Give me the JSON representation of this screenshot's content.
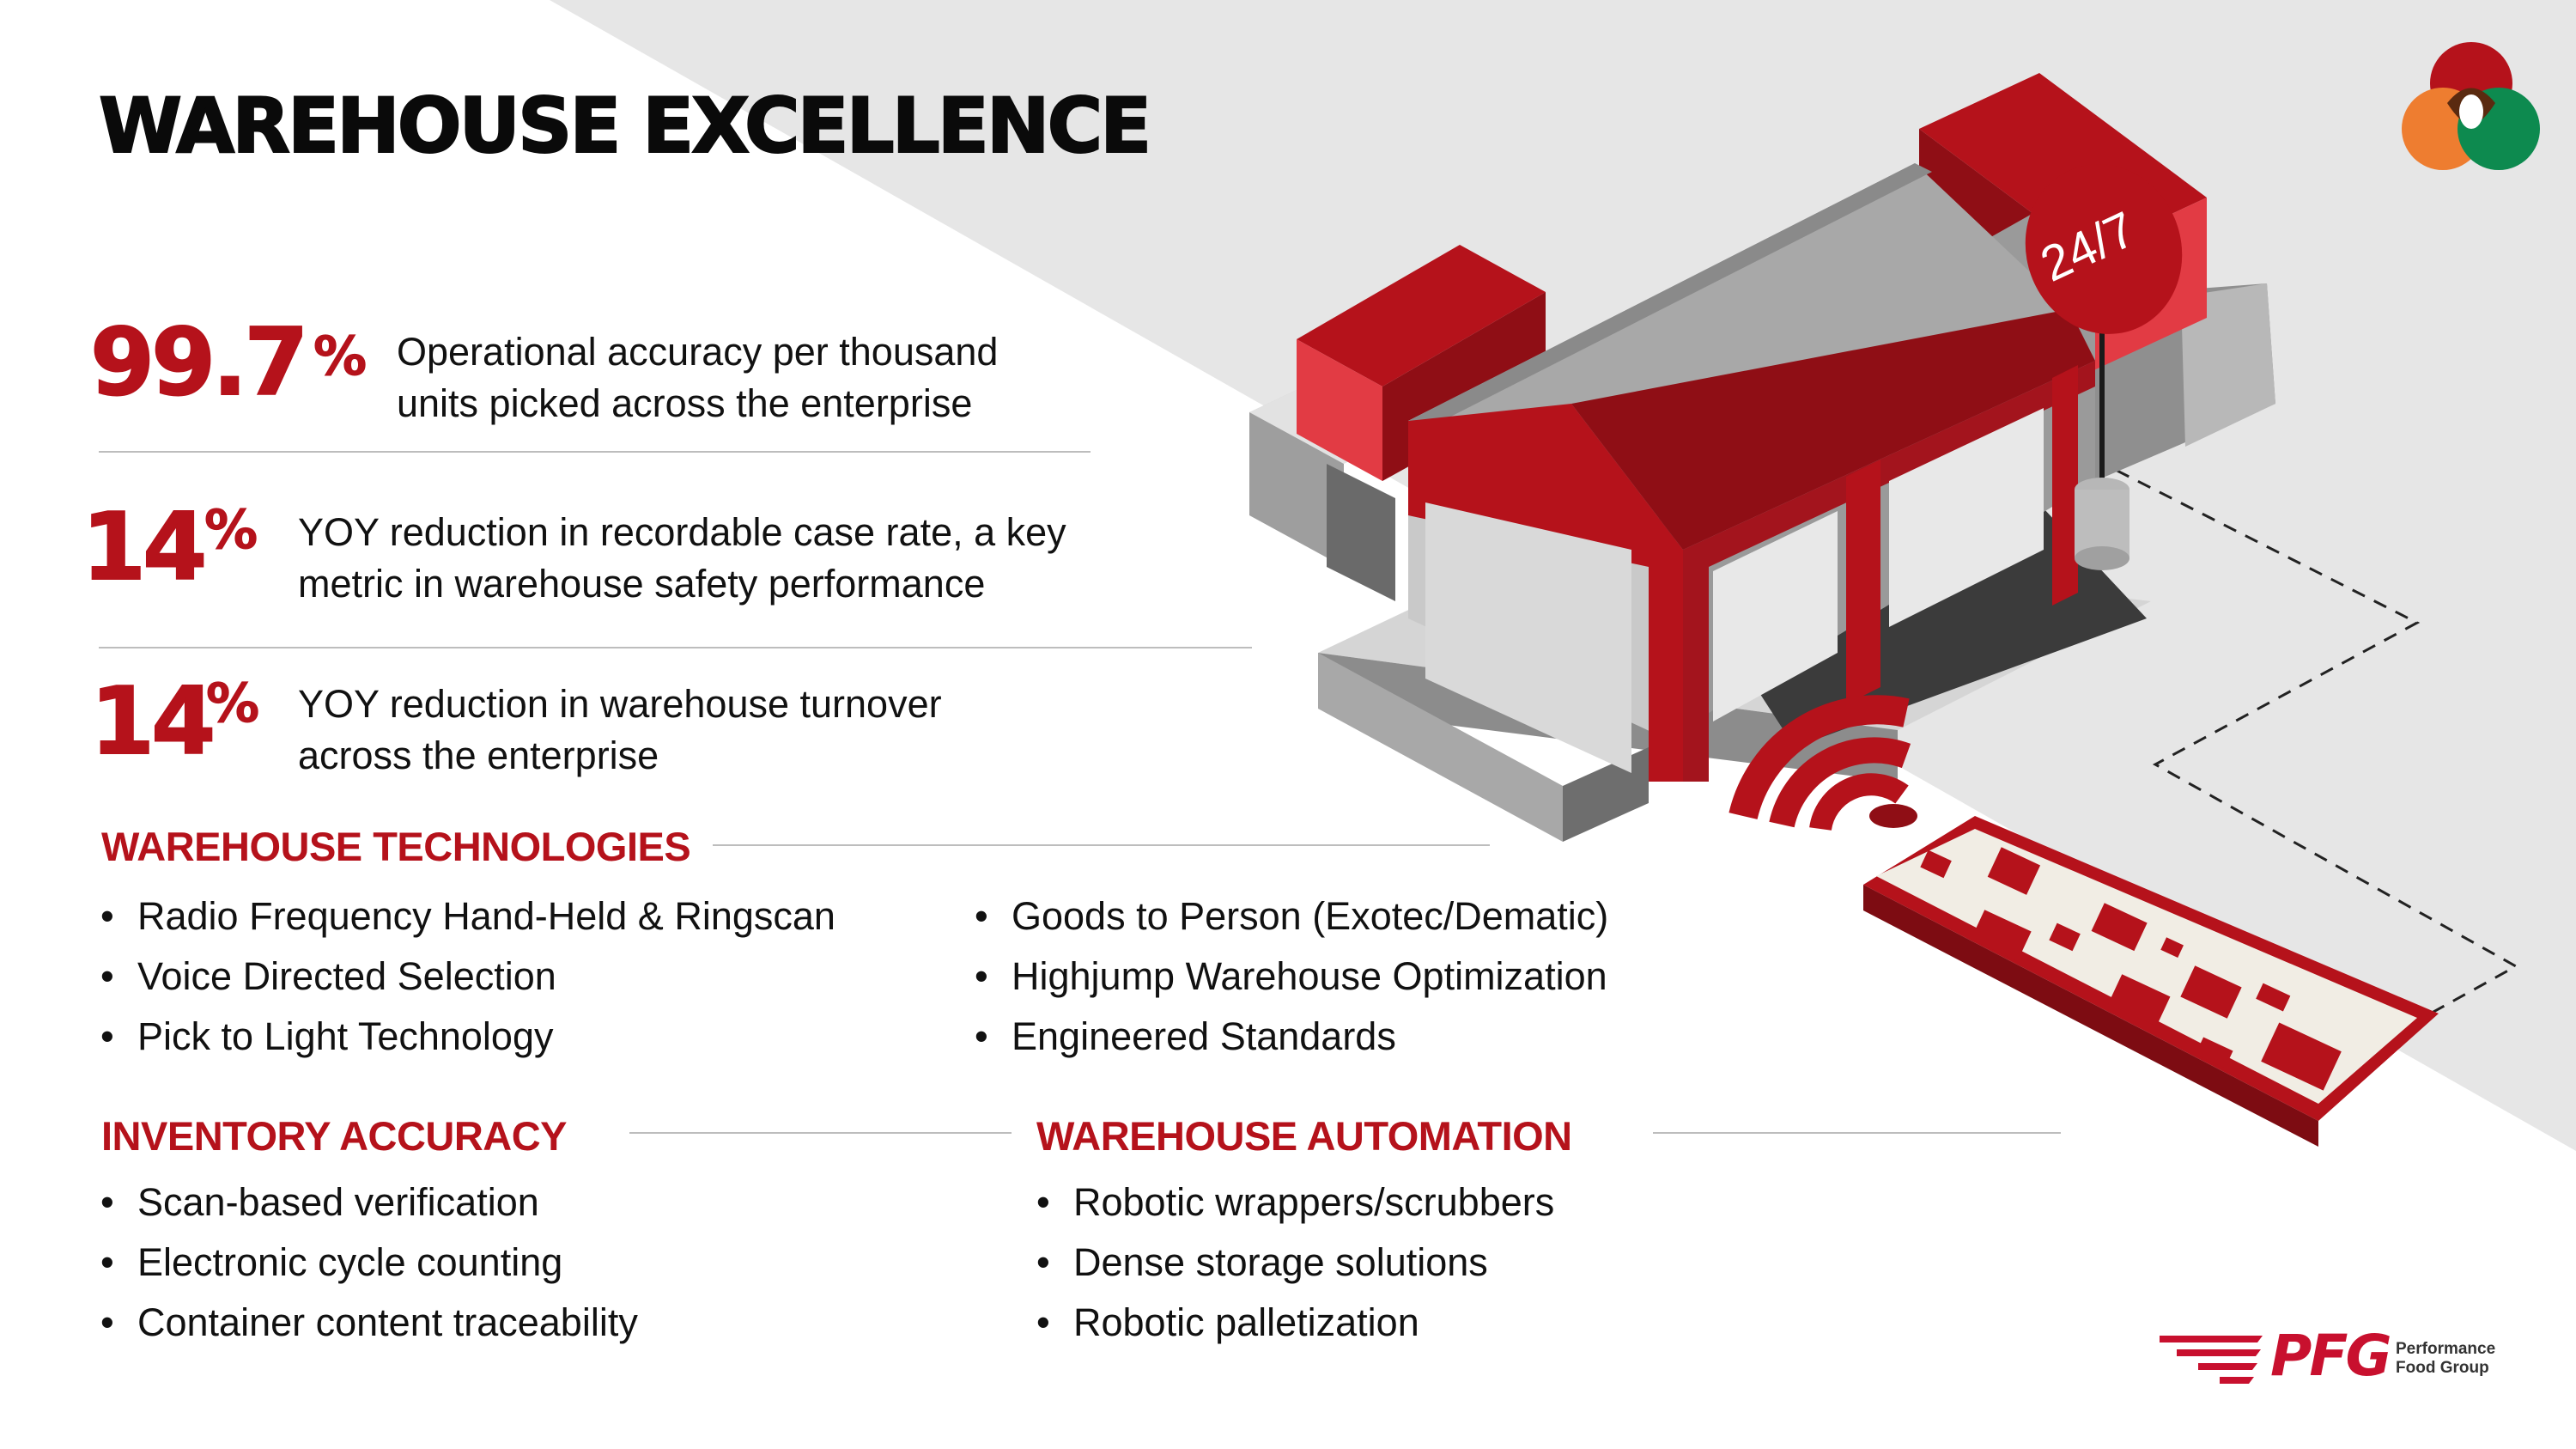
{
  "title": "WAREHOUSE EXCELLENCE",
  "stats": [
    {
      "number": "99.7",
      "unit": "%",
      "line1": "Operational accuracy per thousand",
      "line2": "units picked across the enterprise"
    },
    {
      "number": "14",
      "unit": "%",
      "line1": "YOY reduction in recordable case rate, a key",
      "line2": "metric in warehouse safety performance"
    },
    {
      "number": "14",
      "unit": "%",
      "line1": "YOY reduction in warehouse turnover",
      "line2": "across the enterprise"
    }
  ],
  "technologies": {
    "heading": "WAREHOUSE TECHNOLOGIES",
    "left": [
      "Radio Frequency Hand-Held & Ringscan",
      "Voice Directed Selection",
      "Pick to Light Technology"
    ],
    "right": [
      "Goods to Person (Exotec/Dematic)",
      "Highjump Warehouse Optimization",
      "Engineered Standards"
    ]
  },
  "inventory": {
    "heading": "INVENTORY ACCURACY",
    "items": [
      "Scan-based verification",
      "Electronic cycle counting",
      "Container content traceability"
    ]
  },
  "automation": {
    "heading": "WAREHOUSE AUTOMATION",
    "items": [
      "Robotic wrappers/scrubbers",
      "Dense storage solutions",
      "Robotic palletization"
    ]
  },
  "illustration": {
    "sign_text": "24/7"
  },
  "brand": {
    "logo_text": "PFG",
    "name": "Performance\nFood Group",
    "colors": {
      "red": "#b5121b",
      "orange": "#ee7d30",
      "green": "#0d8a4f",
      "dark_red": "#a3141d"
    }
  },
  "icons": [
    "warehouse-illustration",
    "wifi-signal-icon",
    "scanner-pad-icon",
    "venn-logo-icon",
    "pfg-logo"
  ]
}
